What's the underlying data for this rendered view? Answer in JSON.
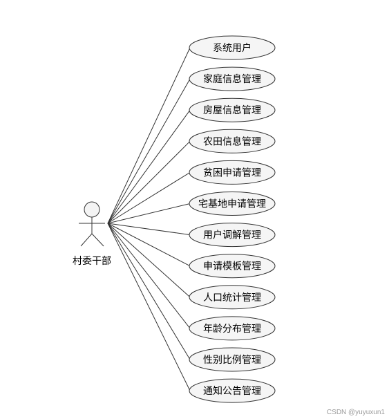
{
  "actor": {
    "label": "村委干部"
  },
  "use_cases": [
    "系统用户",
    "家庭信息管理",
    "房屋信息管理",
    "农田信息管理",
    "贫困申请管理",
    "宅基地申请管理",
    "用户调解管理",
    "申请模板管理",
    "人口统计管理",
    "年龄分布管理",
    "性别比例管理",
    "通知公告管理"
  ],
  "watermark": "CSDN @yuyuxun1"
}
